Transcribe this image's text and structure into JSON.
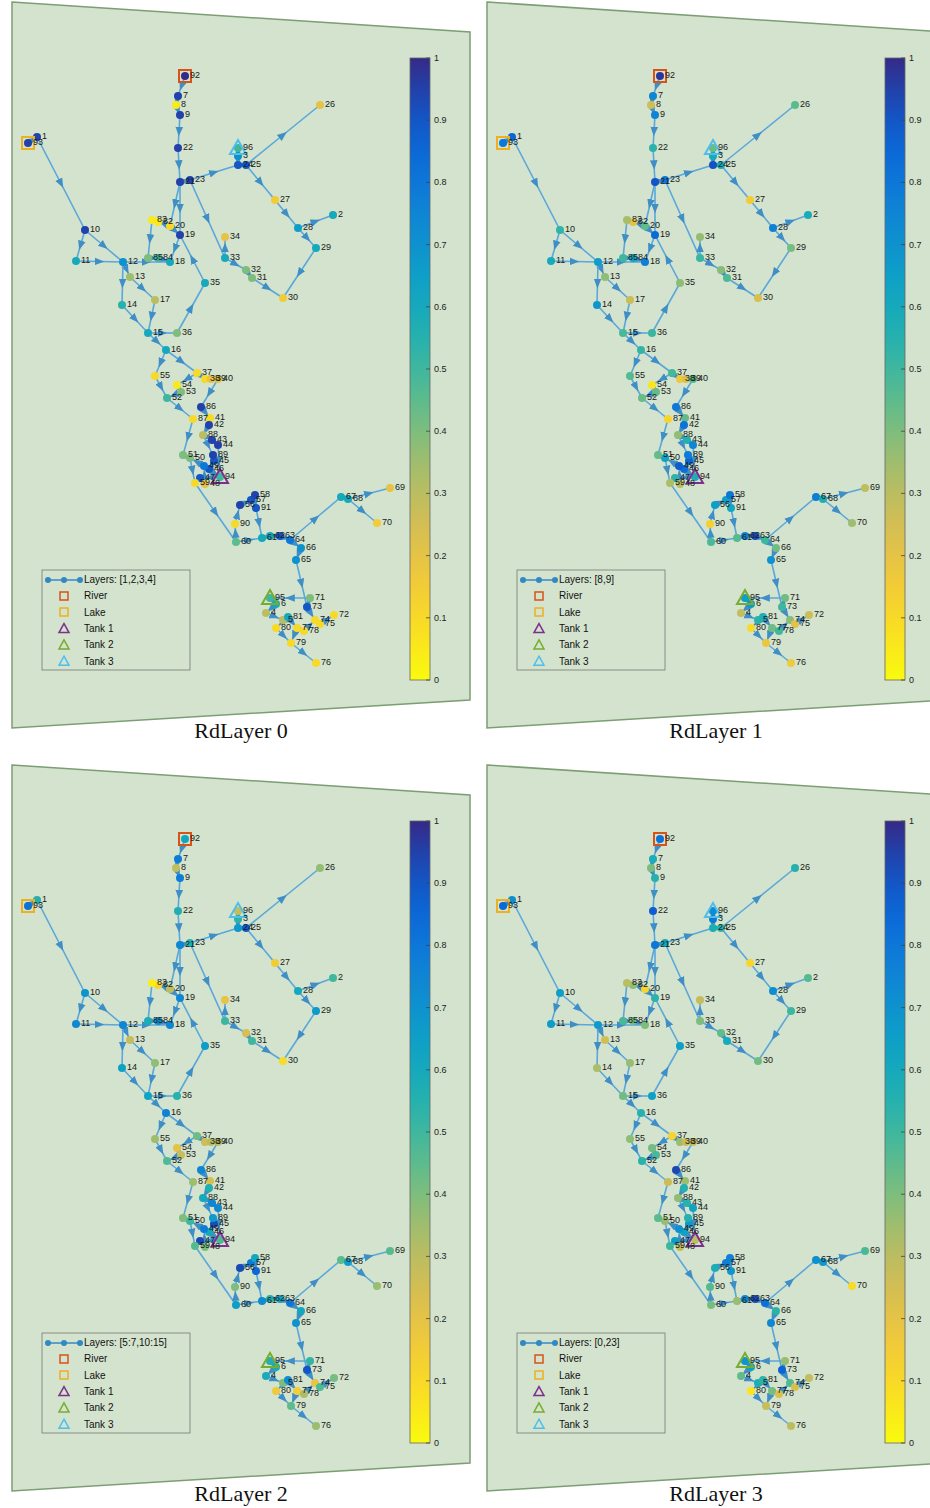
{
  "diagram": {
    "nodes": [
      {
        "text": [
          "RdLayer 0"
        ]
      },
      {
        "text": [
          "RdLayer 1"
        ]
      },
      {
        "text": [
          "RdLayer 2"
        ]
      },
      {
        "text": [
          "RdLayer 3"
        ]
      }
    ],
    "labels": [
      "1",
      "2",
      "3",
      "4",
      "5",
      "6",
      "7",
      "8",
      "9",
      "10",
      "11",
      "12",
      "13",
      "14",
      "15",
      "16",
      "17",
      "18",
      "19",
      "20",
      "21",
      "22",
      "23",
      "24",
      "25",
      "26",
      "27",
      "28",
      "29",
      "30",
      "31",
      "32",
      "33",
      "34",
      "35",
      "36",
      "37",
      "38",
      "39",
      "40",
      "41",
      "42",
      "43",
      "44",
      "45",
      "46",
      "47",
      "48",
      "49",
      "50",
      "51",
      "52",
      "53",
      "54",
      "55",
      "56",
      "57",
      "58",
      "59",
      "60",
      "61",
      "62",
      "63",
      "64",
      "65",
      "66",
      "67",
      "68",
      "69",
      "70",
      "71",
      "72",
      "73",
      "74",
      "75",
      "76",
      "77",
      "78",
      "79",
      "80",
      "81",
      "82",
      "83",
      "84",
      "85",
      "86",
      "87",
      "88",
      "89",
      "90",
      "91",
      "92",
      "93",
      "94",
      "95",
      "96",
      "1",
      "0.9",
      "0.8",
      "0.7",
      "0.6",
      "0.5",
      "0.4",
      "0.3",
      "0.2",
      "0.1",
      "0",
      "1",
      "2",
      "3",
      "4",
      "5",
      "6",
      "7",
      "8",
      "9",
      "10",
      "11",
      "12",
      "13",
      "14",
      "15",
      "16",
      "17",
      "18",
      "19",
      "20",
      "21",
      "22",
      "23",
      "24",
      "25",
      "26",
      "27",
      "28",
      "29",
      "30",
      "31",
      "32",
      "33",
      "34",
      "35",
      "36",
      "37",
      "38",
      "39",
      "40",
      "41",
      "42",
      "43",
      "44",
      "45",
      "46",
      "47",
      "48",
      "49",
      "50",
      "51",
      "52",
      "53",
      "54",
      "55",
      "56",
      "57",
      "58",
      "59",
      "60",
      "61",
      "62",
      "63",
      "64",
      "65",
      "66",
      "67",
      "68",
      "69",
      "70",
      "71",
      "72",
      "73",
      "74",
      "75",
      "76",
      "77",
      "78",
      "79",
      "80",
      "81",
      "82",
      "83",
      "84",
      "85",
      "86",
      "87",
      "88",
      "89",
      "90",
      "91",
      "92",
      "93",
      "94",
      "95",
      "96",
      "1",
      "0.9",
      "0.8",
      "0.7",
      "0.6",
      "0.5",
      "0.4",
      "0.3",
      "0.2",
      "0.1",
      "0",
      "1",
      "2",
      "3",
      "4",
      "5",
      "6",
      "7",
      "8",
      "9",
      "10",
      "11",
      "12",
      "13",
      "14",
      "15",
      "16",
      "17",
      "18",
      "19",
      "20",
      "21",
      "22",
      "23",
      "24",
      "25",
      "26",
      "27",
      "28",
      "29",
      "30",
      "31",
      "32",
      "33",
      "34",
      "35",
      "36",
      "37",
      "38",
      "39",
      "40",
      "41",
      "42",
      "43",
      "44",
      "45",
      "46",
      "47",
      "48",
      "49",
      "50",
      "51",
      "52",
      "53",
      "54",
      "55",
      "56",
      "57",
      "58",
      "59",
      "60",
      "61",
      "62",
      "63",
      "64",
      "65",
      "66",
      "67",
      "68",
      "69",
      "70",
      "71",
      "72",
      "73",
      "74",
      "75",
      "76",
      "77",
      "78",
      "79",
      "80",
      "81",
      "82",
      "83",
      "84",
      "85",
      "86",
      "87",
      "88",
      "89",
      "90",
      "91",
      "92",
      "93",
      "94",
      "95",
      "96",
      "1",
      "0.9",
      "0.8",
      "0.7",
      "0.6",
      "0.5",
      "0.4",
      "0.3",
      "0.2",
      "0.1",
      "0",
      "1",
      "2",
      "3",
      "4",
      "5",
      "6",
      "7",
      "8",
      "9",
      "10",
      "11",
      "12",
      "13",
      "14",
      "15",
      "16",
      "17",
      "18",
      "19",
      "20",
      "21",
      "22",
      "23",
      "24",
      "25",
      "26",
      "27",
      "28",
      "29",
      "30",
      "31",
      "32",
      "33",
      "34",
      "35",
      "36",
      "37",
      "38",
      "39",
      "40",
      "41",
      "42",
      "43",
      "44",
      "45",
      "46",
      "47",
      "48",
      "49",
      "50",
      "51",
      "52",
      "53",
      "54",
      "55",
      "56",
      "57",
      "58",
      "59",
      "60",
      "61",
      "62",
      "63",
      "64",
      "65",
      "66",
      "67",
      "68",
      "69",
      "70",
      "71",
      "72",
      "73",
      "74",
      "75",
      "76",
      "77",
      "78",
      "79",
      "80",
      "81",
      "82",
      "83",
      "84",
      "85",
      "86",
      "87",
      "88",
      "89",
      "90",
      "91",
      "92",
      "93",
      "94",
      "95",
      "96",
      "1",
      "0.9",
      "0.8",
      "0.7",
      "0.6",
      "0.5",
      "0.4",
      "0.3",
      "0.2",
      "0.1",
      "0"
    ],
    "legend": [
      {
        "text": "Layers: [1,2,3,4]"
      },
      {
        "text": "River"
      },
      {
        "text": "Lake"
      },
      {
        "text": "Tank 1"
      },
      {
        "text": "Tank 2"
      },
      {
        "text": "Tank 3"
      },
      {
        "text": "Layers: [8,9]"
      },
      {
        "text": "River"
      },
      {
        "text": "Lake"
      },
      {
        "text": "Tank 1"
      },
      {
        "text": "Tank 2"
      },
      {
        "text": "Tank 3"
      },
      {
        "text": "Layers: [5:7,10:15]"
      },
      {
        "text": "River"
      },
      {
        "text": "Lake"
      },
      {
        "text": "Tank 1"
      },
      {
        "text": "Tank 2"
      },
      {
        "text": "Tank 3"
      },
      {
        "text": "Layers: [0,23]"
      },
      {
        "text": "River"
      },
      {
        "text": "Lake"
      },
      {
        "text": "Tank 1"
      },
      {
        "text": "Tank 2"
      },
      {
        "text": "Tank 3"
      }
    ]
  }
}
